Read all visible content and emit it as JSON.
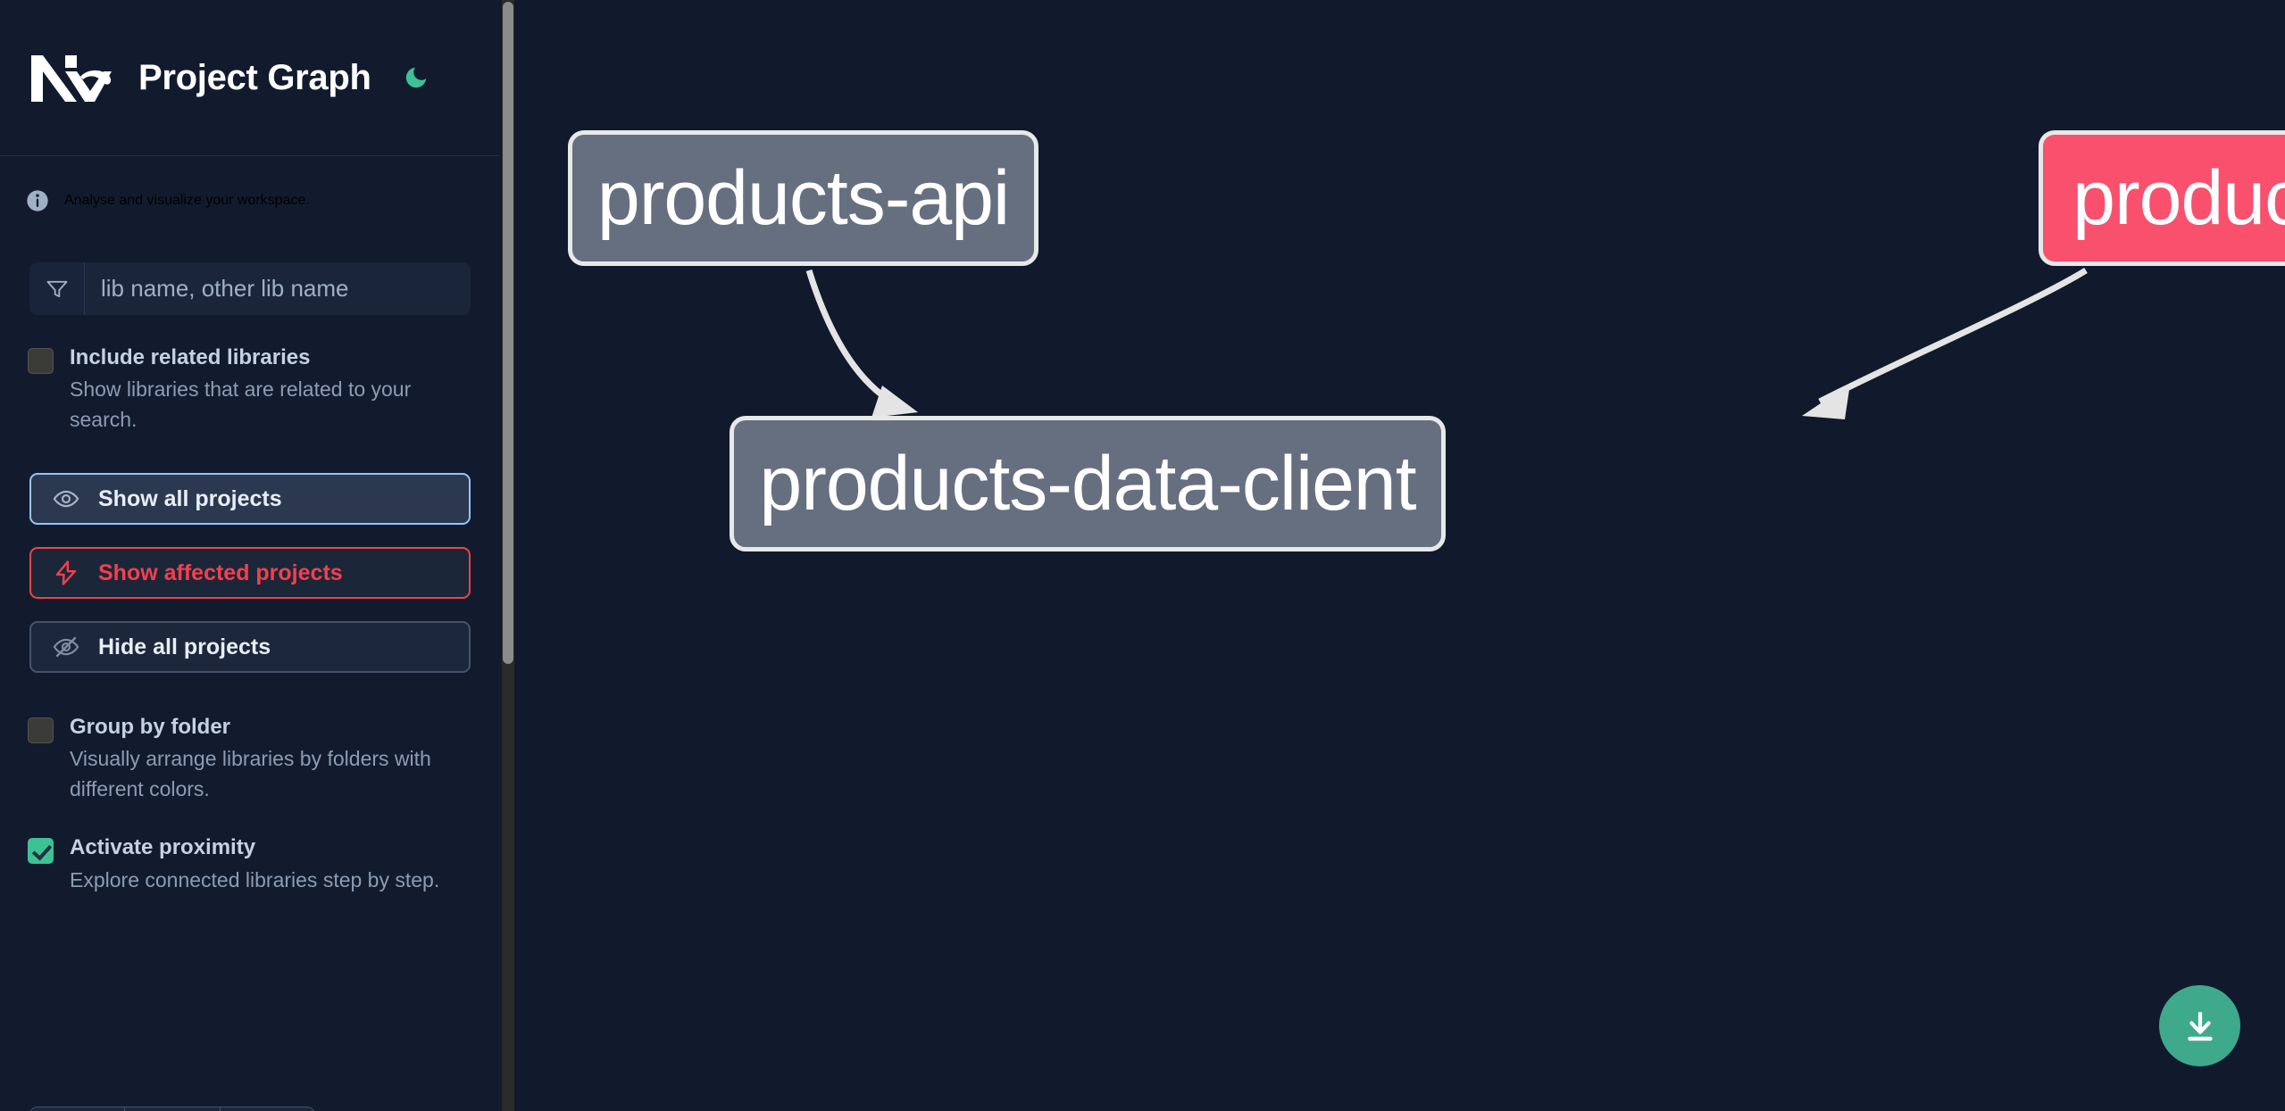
{
  "header": {
    "logo_alt": "nx-logo",
    "title": "Project Graph",
    "theme_toggle_icon": "moon-icon"
  },
  "sidebar": {
    "tagline": "Analyse and visualize your workspace.",
    "tagline_icon": "info-icon",
    "search": {
      "icon": "filter-icon",
      "placeholder": "lib name, other lib name",
      "value": ""
    },
    "options": [
      {
        "id": "include-related-libraries",
        "label": "Include related libraries",
        "description": "Show libraries that are related to your search.",
        "checked": false
      },
      {
        "id": "group-by-folder",
        "label": "Group by folder",
        "description": "Visually arrange libraries by folders with different colors.",
        "checked": false
      },
      {
        "id": "activate-proximity",
        "label": "Activate proximity",
        "description": "Explore connected libraries step by step.",
        "checked": true
      }
    ],
    "buttons": [
      {
        "id": "show-all-projects",
        "label": "Show all projects",
        "icon": "eye-icon",
        "state": "active"
      },
      {
        "id": "show-affected-projects",
        "label": "Show affected projects",
        "icon": "bolt-icon",
        "state": "affected"
      },
      {
        "id": "hide-all-projects",
        "label": "Hide all projects",
        "icon": "eye-off-icon",
        "state": "default"
      }
    ]
  },
  "graph": {
    "nodes": [
      {
        "id": "products-api",
        "label": "products-api",
        "color": "#666f80",
        "affected": false
      },
      {
        "id": "products-cli",
        "label": "products-cli",
        "color": "#f9506e",
        "affected": true
      },
      {
        "id": "products-data-client",
        "label": "products-data-client",
        "color": "#666f80",
        "affected": false
      }
    ],
    "edges": [
      {
        "from": "products-api",
        "to": "products-data-client"
      },
      {
        "from": "products-cli",
        "to": "products-data-client"
      }
    ],
    "download_button": {
      "id": "download-graph",
      "icon": "download-icon"
    }
  },
  "colors": {
    "background": "#0f1729",
    "sidebar": "#121b2e",
    "canvas": "#111a2c",
    "accent_green": "#3cc294",
    "accent_red": "#f43f4e",
    "accent_blue": "#93c5fd",
    "node_default": "#666f80",
    "node_affected": "#f9506e",
    "edge": "#e8e8e8",
    "download_fab": "#3fa98c"
  }
}
